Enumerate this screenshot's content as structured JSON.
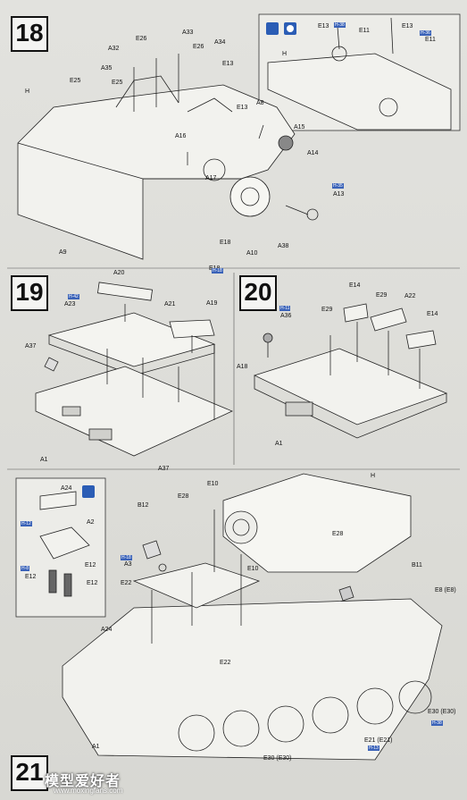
{
  "steps": {
    "s18": "18",
    "s19": "19",
    "s20": "20",
    "s21": "21"
  },
  "labels18": {
    "a32": "A32",
    "e26a": "E26",
    "a33": "A33",
    "e26b": "E26",
    "a34": "A34",
    "a35": "A35",
    "e25": "E25",
    "e13a": "E13",
    "h": "H",
    "a8": "A8",
    "e13b": "E13",
    "a16": "A16",
    "a15": "A15",
    "a14": "A14",
    "a17": "A17",
    "a13": "A13",
    "a9": "A9",
    "e18a": "E18",
    "a10": "A10",
    "a38": "A38",
    "e18b": "E18",
    "e13c": "E13",
    "e11a": "E11",
    "e13d": "E13",
    "e11b": "E11",
    "h2": "H",
    "e25b": "E25"
  },
  "labels19": {
    "a20": "A20",
    "a23": "A23",
    "a21": "A21",
    "a19": "A19",
    "a37a": "A37",
    "a1": "A1",
    "a37b": "A37"
  },
  "labels20": {
    "e14a": "E14",
    "e29a": "E29",
    "a22": "A22",
    "a36": "A36",
    "e29b": "E29",
    "e14b": "E14",
    "a18": "A18",
    "a1": "A1"
  },
  "labels21": {
    "a24": "A24",
    "a2": "A2",
    "e12a": "E12",
    "e12b": "E12",
    "e12c": "E12",
    "h": "H",
    "e10a": "E10",
    "e28a": "E28",
    "b12": "B12",
    "e28b": "E28",
    "a3": "A3",
    "e22a": "E22",
    "e10b": "E10",
    "b11": "B11",
    "a24b": "A24",
    "e8": "E8 (E8)",
    "e22b": "E22",
    "e30a": "E30 (E30)",
    "a1": "A1",
    "e30b": "E30 (E30)",
    "e21": "E21 (E21)"
  },
  "refs": {
    "r1": "H-38",
    "r2": "H-36",
    "r3": "H-35",
    "r4": "H-42",
    "r5": "H-11",
    "r6": "H-12",
    "r7": "H-8",
    "r8": "H-18",
    "r9": "H-38",
    "r10": "H-13",
    "r11": "H-18"
  },
  "watermark": {
    "title": "模型爱好者",
    "url": "www.moxingfans.com"
  }
}
